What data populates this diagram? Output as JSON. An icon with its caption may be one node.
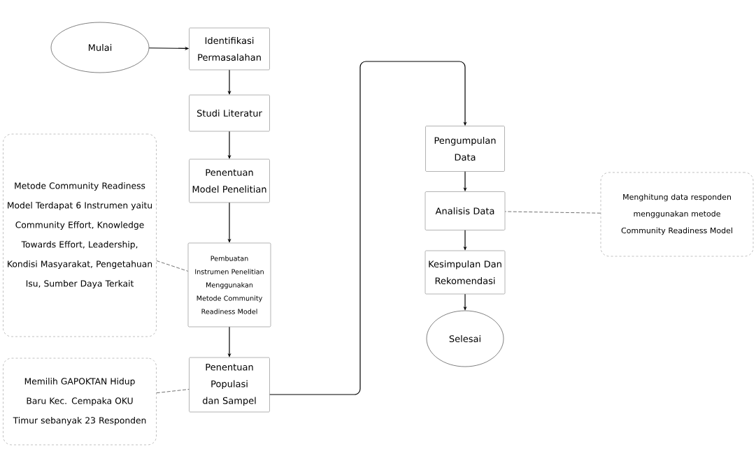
{
  "diagram": {
    "nodes": [
      {
        "text": [
          "Mulai"
        ]
      },
      {
        "text": [
          "Identifikasi Permasalahan"
        ]
      },
      {
        "text": [
          "Studi Literatur"
        ]
      },
      {
        "text": [
          "Penentuan Model Penelitian"
        ]
      },
      {
        "text": [
          "Pembuatan Instrumen Penelitian Menggunakan Metode Community Readiness Model"
        ]
      },
      {
        "text": [
          "Penentuan Populasi dan Sampel"
        ]
      },
      {
        "text": [
          "Pengumpulan Data"
        ]
      },
      {
        "text": [
          "Analisis Data"
        ]
      },
      {
        "text": [
          "Kesimpulan Dan Rekomendasi"
        ]
      },
      {
        "text": [
          "Selesai"
        ]
      },
      {
        "text": [
          "Metode Community Readiness Model Terdapat 6 Instrumen yaitu Community Effort, Knowledge Towards Effort, Leadership, Kondisi Masyarakat, Pengetahuan Isu, Sumber Daya Terkait"
        ]
      },
      {
        "text": [
          "Memilih GAPOKTAN Hidup Baru Kec. Cempaka OKU Timur sebanyak 23 Responden"
        ]
      },
      {
        "text": [
          "Menghitung data responden menggunakan metode Community Readiness Model"
        ]
      }
    ],
    "edges": [
      {
        "from": 0,
        "to": 1,
        "arrow": "to"
      },
      {
        "from": 1,
        "to": 2,
        "arrow": "to"
      },
      {
        "from": 2,
        "to": 3,
        "arrow": "to"
      },
      {
        "from": 3,
        "to": 4,
        "arrow": "to"
      },
      {
        "from": 4,
        "to": 5,
        "arrow": "to"
      },
      {
        "from": 5,
        "to": 6,
        "arrow": "to"
      },
      {
        "from": 6,
        "to": 7,
        "arrow": "to"
      },
      {
        "from": 7,
        "to": 8,
        "arrow": "to"
      },
      {
        "from": 8,
        "to": 9,
        "arrow": "to"
      },
      {
        "from": 10,
        "to": 4,
        "arrow": "none",
        "style": "dashed"
      },
      {
        "from": 11,
        "to": 5,
        "arrow": "none",
        "style": "dashed"
      },
      {
        "from": 12,
        "to": 7,
        "arrow": "none",
        "style": "dashed"
      }
    ]
  }
}
